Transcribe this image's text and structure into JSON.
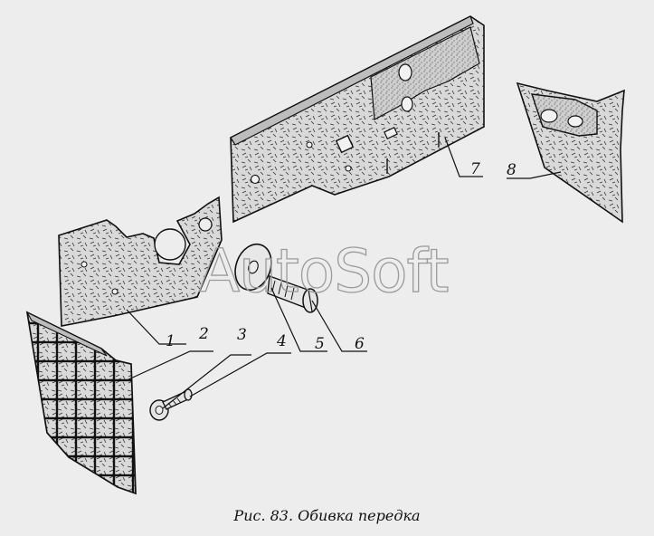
{
  "figure": {
    "caption": "Рис. 83. Обивка передка",
    "watermark": "AutoSoft",
    "callouts": [
      "1",
      "2",
      "3",
      "4",
      "5",
      "6",
      "7",
      "8"
    ]
  },
  "colors": {
    "background": "#ededed",
    "panel_fill": "#d8d8d8",
    "line": "#111111",
    "watermark": "#9a9a9a"
  }
}
